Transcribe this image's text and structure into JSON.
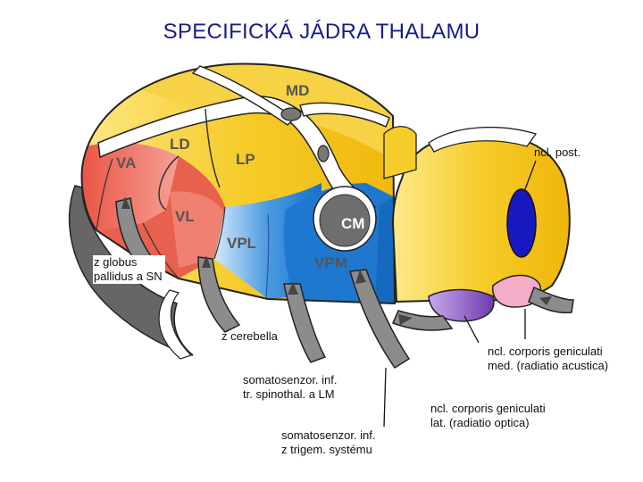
{
  "title": "SPECIFICKÁ JÁDRA THALAMU",
  "colors": {
    "title": "#1a1a8c",
    "yellow": "#f2c318",
    "yellow_light": "#fce680",
    "red": "#e85040",
    "red_light": "#f5a49a",
    "blue": "#1e78d2",
    "blue_light": "#9cc8f0",
    "gray": "#6e6e6e",
    "pulvinar_oval": "#1818c0",
    "geniculatum_med": "#8a5cc8",
    "geniculatum_lat": "#f0a8c8"
  },
  "nuclei": {
    "md": "MD",
    "ld": "LD",
    "lp": "LP",
    "va": "VA",
    "vl": "VL",
    "vpl": "VPL",
    "vpm": "VPM",
    "cm": "CM"
  },
  "annotations": {
    "globus": [
      "z globus",
      "pallidus a SN"
    ],
    "cerebella": "z cerebella",
    "somatosenzor_spinothal": [
      "somatosenzor. inf.",
      "tr. spinothal. a LM"
    ],
    "somatosenzor_trigem": [
      "somatosenzor. inf.",
      "z trigem. systému"
    ],
    "pulvinar": "ncl. post.",
    "geniculatum_med": [
      "ncl. corporis geniculati",
      "med. (radiatio acustica)"
    ],
    "geniculatum_lat": [
      "ncl. corporis geniculati",
      "lat. (radiatio optica)"
    ]
  }
}
